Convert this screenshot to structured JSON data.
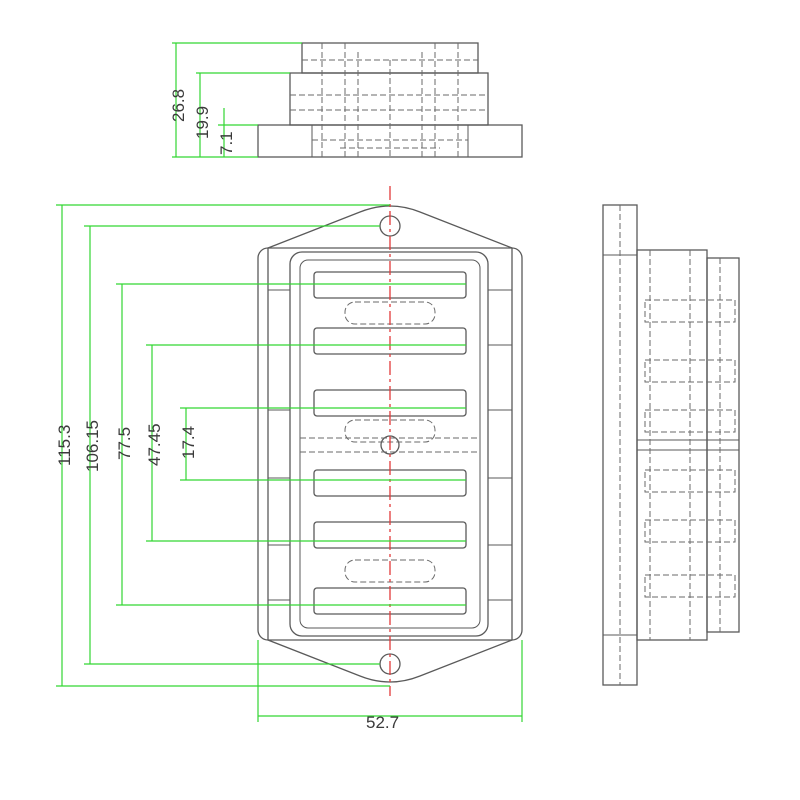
{
  "colors": {
    "outline": "#5a5a5a",
    "dimension_line": "#33d633",
    "center_line": "#e23a3a",
    "dimension_text": "#3a3a3a",
    "background": "#ffffff"
  },
  "dimensions": {
    "top_view": {
      "total_height": "26.8",
      "middle_height": "19.9",
      "base_height": "7.1"
    },
    "front_view": {
      "overall_length": "115.3",
      "hole_spacing": "106.15",
      "outer_slot_span": "77.5",
      "middle_slot_span": "47.45",
      "inner_slot_span": "17.4",
      "body_width": "52.7"
    }
  },
  "fuse_slots_count": 6
}
